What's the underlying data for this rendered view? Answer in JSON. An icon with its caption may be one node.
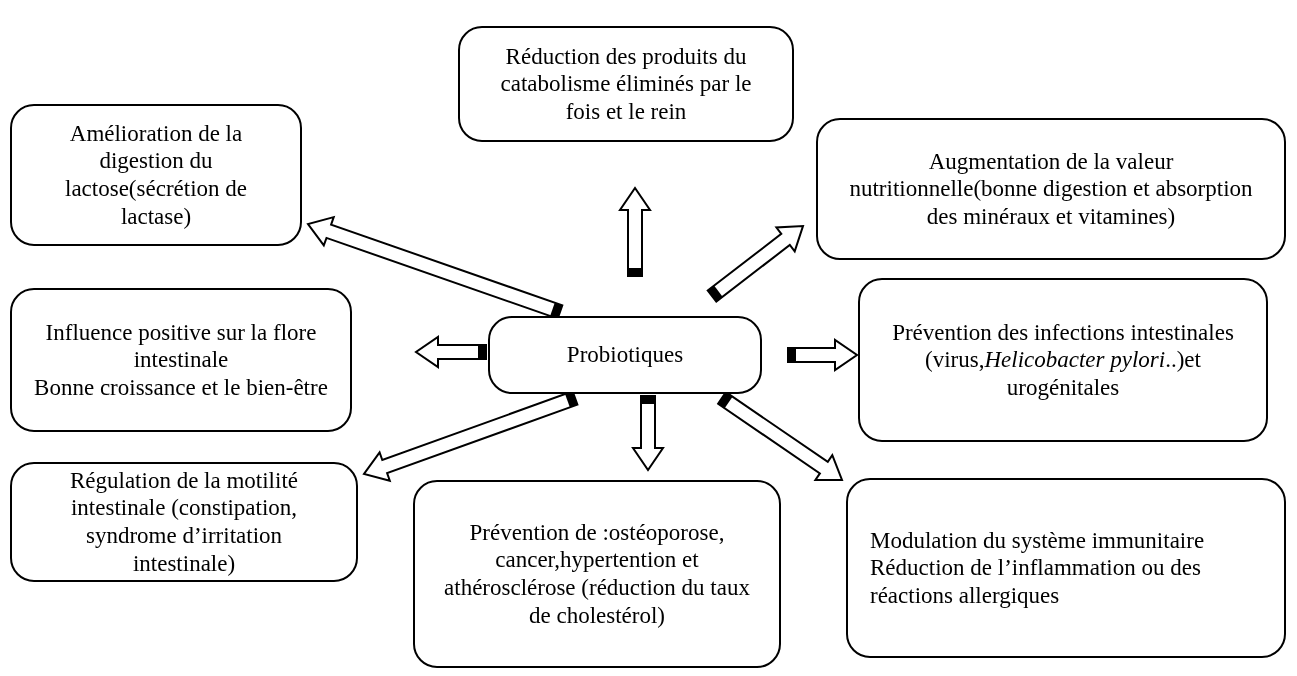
{
  "diagram": {
    "nodes": [
      {
        "text": [
          "Probiotiques"
        ]
      },
      {
        "text": [
          "Réduction des produits du catabolisme éliminés par le fois et le rein"
        ]
      },
      {
        "text": [
          "Amélioration de la digestion du lactose(sécrétion de lactase)"
        ]
      },
      {
        "text": [
          "Augmentation de la valeur nutritionnelle(bonne digestion et absorption des minéraux et vitamines)"
        ]
      },
      {
        "text": [
          "Influence positive sur la flore intestinale",
          "Bonne croissance et le bien-être"
        ]
      },
      {
        "text": [
          "Prévention des infections intestinales (virus,*Helicobacter pylori*..)et urogénitales"
        ]
      },
      {
        "text": [
          "Régulation de la motilité intestinale (constipation, syndrome d’irritation intestinale)"
        ]
      },
      {
        "text": [
          "Prévention de :ostéoporose, cancer,hypertention et athérosclérose (réduction du taux de cholestérol)"
        ]
      },
      {
        "text": [
          "Modulation du système immunitaire",
          "Réduction de l’inflammation ou des réactions allergiques"
        ]
      }
    ],
    "edges": [
      {
        "from": 0,
        "to": 1,
        "arrow": "to"
      },
      {
        "from": 0,
        "to": 2,
        "arrow": "to"
      },
      {
        "from": 0,
        "to": 3,
        "arrow": "to"
      },
      {
        "from": 0,
        "to": 4,
        "arrow": "to"
      },
      {
        "from": 0,
        "to": 5,
        "arrow": "to"
      },
      {
        "from": 0,
        "to": 6,
        "arrow": "to"
      },
      {
        "from": 0,
        "to": 7,
        "arrow": "to"
      },
      {
        "from": 0,
        "to": 8,
        "arrow": "to"
      }
    ]
  }
}
